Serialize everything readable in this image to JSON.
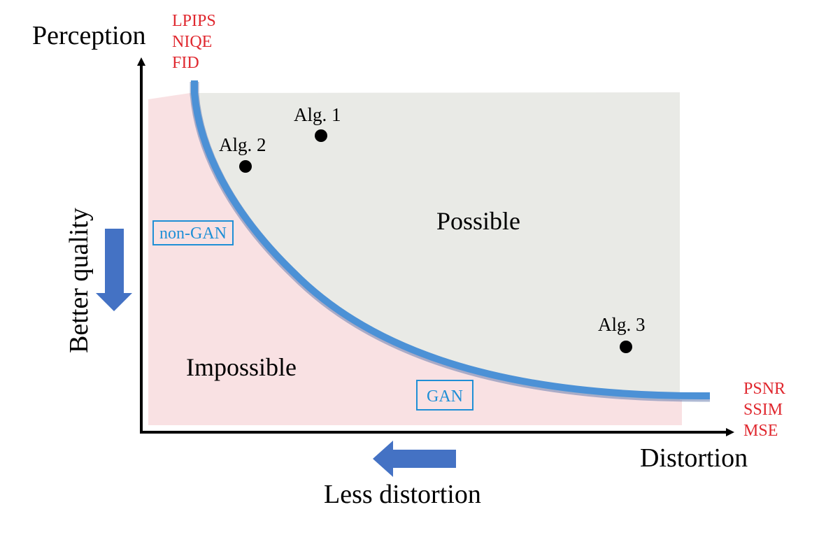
{
  "axes": {
    "y_label": "Perception",
    "x_label": "Distortion",
    "y_metrics": [
      "LPIPS",
      "NIQE",
      "FID"
    ],
    "x_metrics": [
      "PSNR",
      "SSIM",
      "MSE"
    ]
  },
  "regions": {
    "possible": "Possible",
    "impossible": "Impossible"
  },
  "points": [
    {
      "label": "Alg. 1"
    },
    {
      "label": "Alg. 2"
    },
    {
      "label": "Alg. 3"
    }
  ],
  "boxes": {
    "non_gan": "non-GAN",
    "gan": "GAN"
  },
  "arrows": {
    "better_quality": "Better quality",
    "less_distortion": "Less distortion"
  },
  "colors": {
    "possible_fill": "#e9eae6",
    "impossible_fill": "#f9e1e3",
    "curve": "#4c91d6",
    "arrow": "#4472c4",
    "metric_text": "#e0282f",
    "box_text": "#1f8fd6"
  }
}
